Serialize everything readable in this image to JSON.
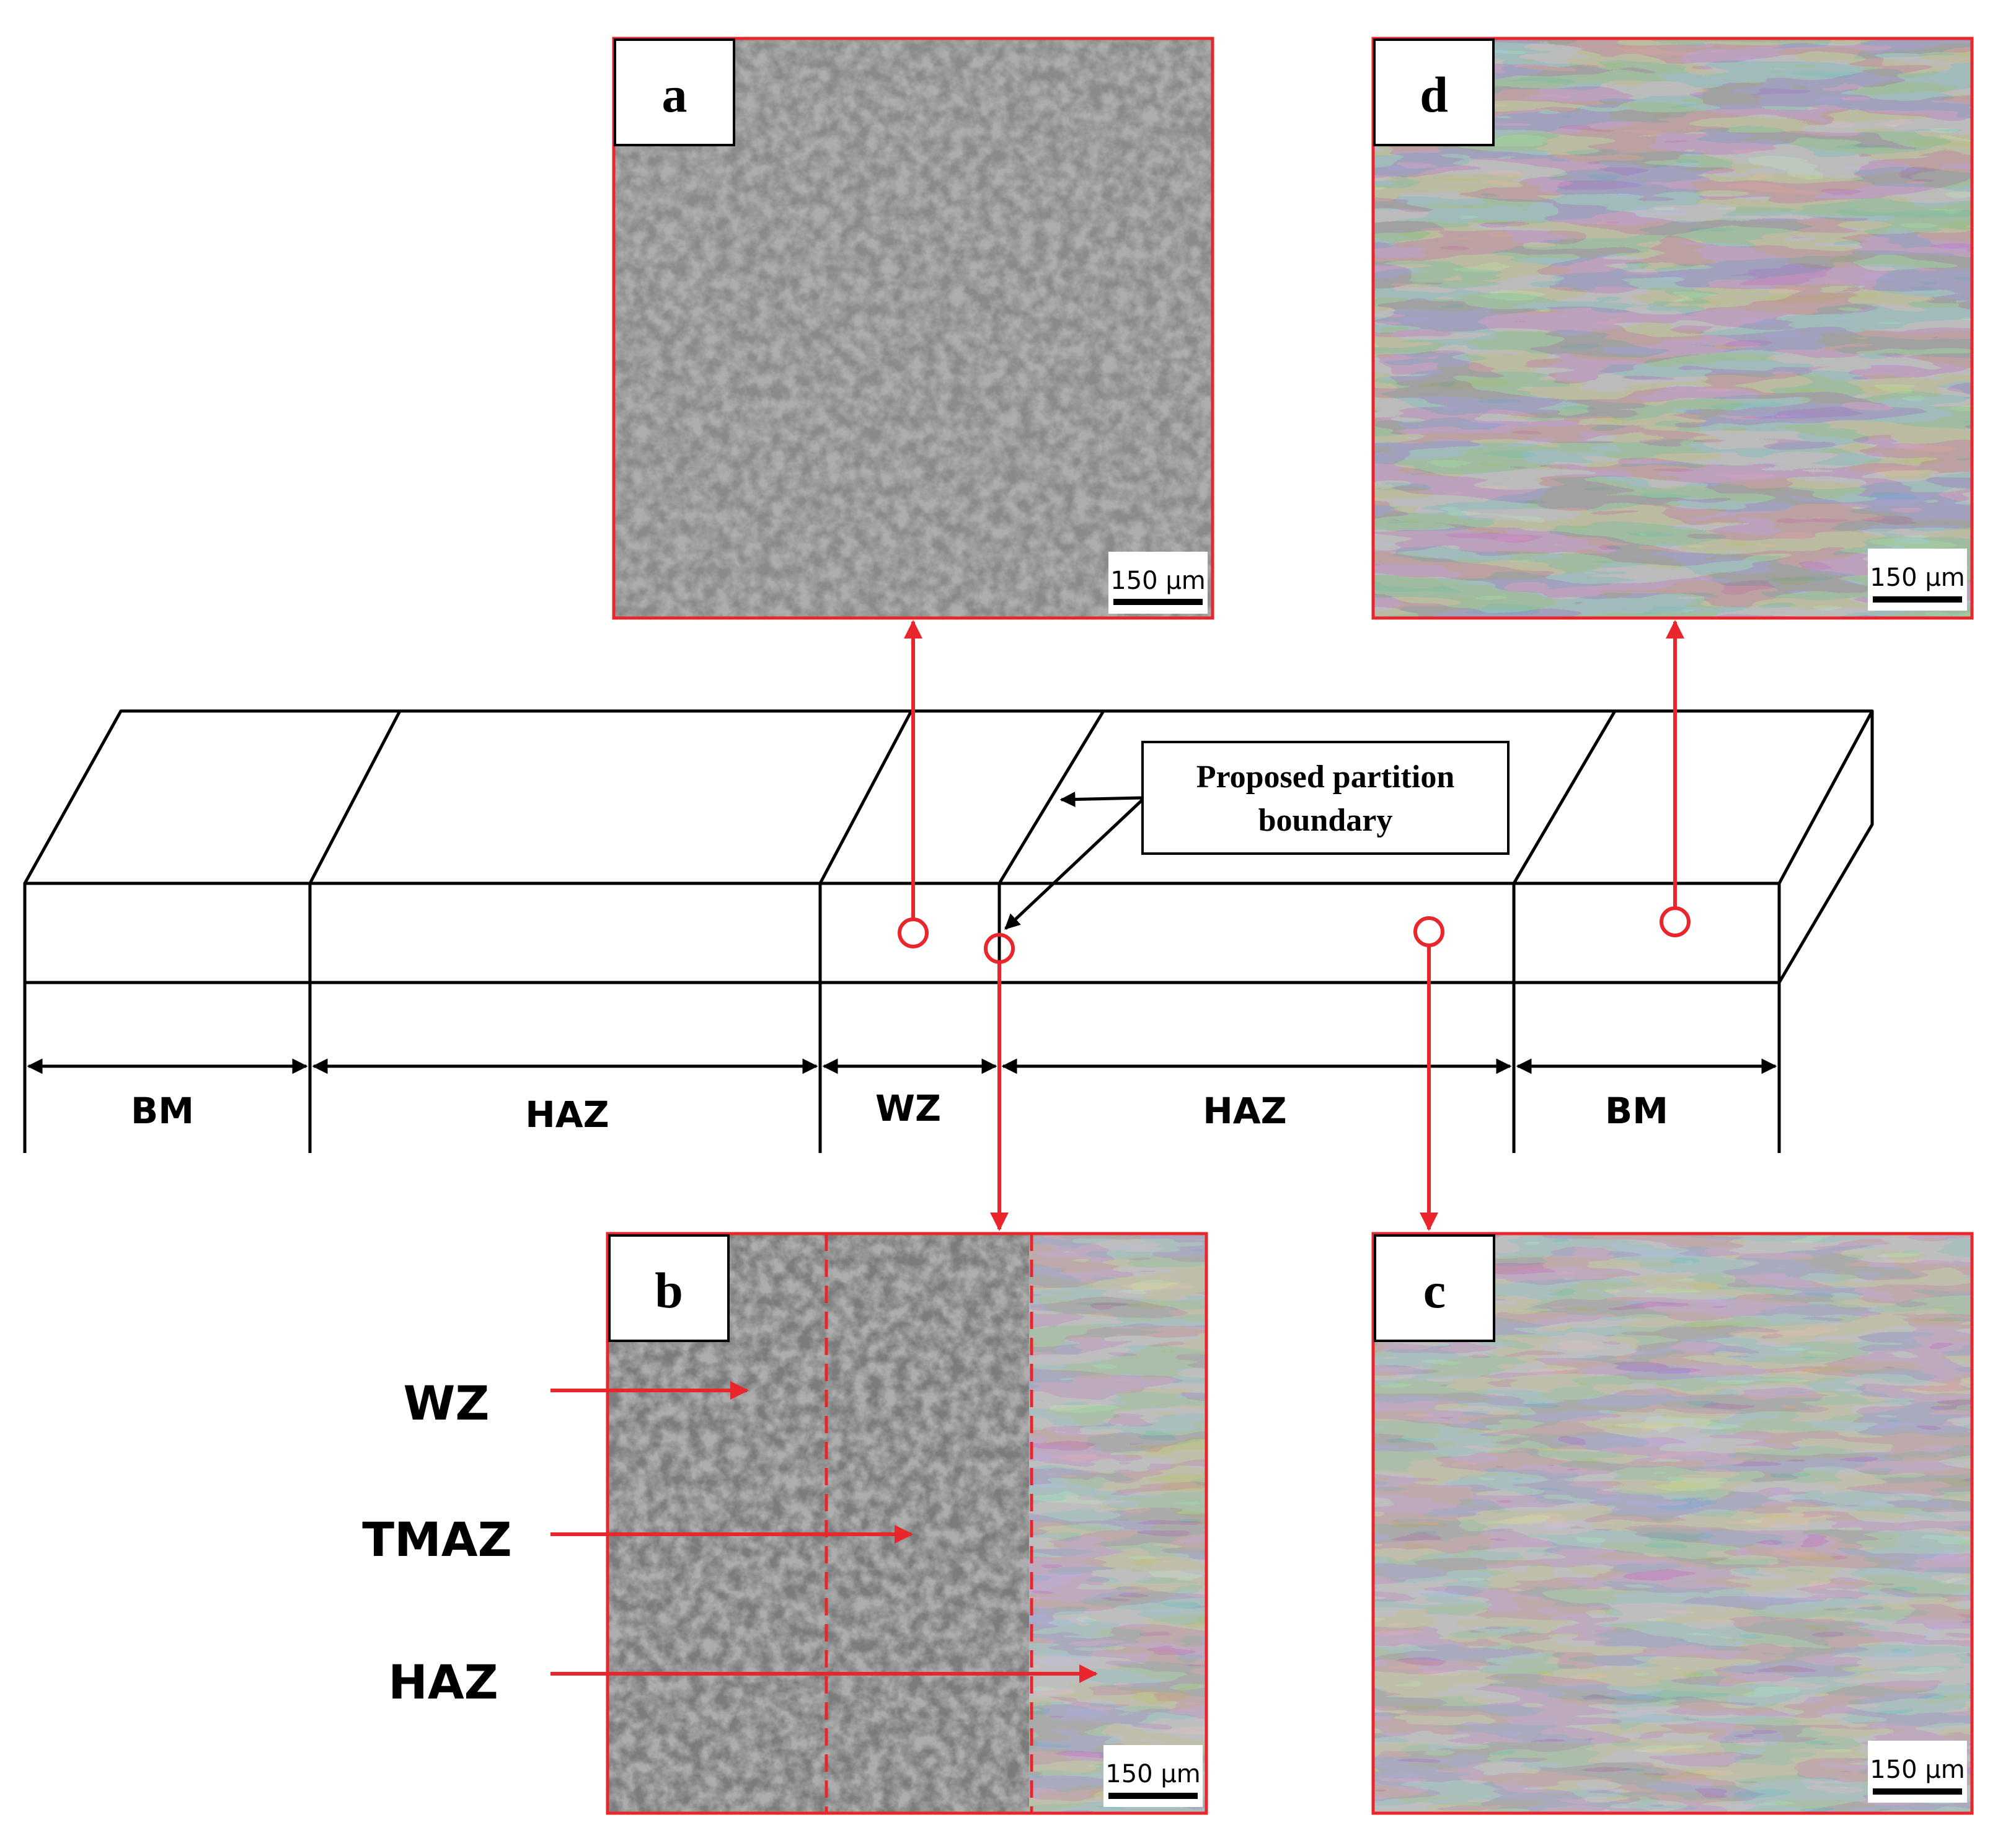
{
  "colors": {
    "accent": "#e8262b",
    "line": "#000000",
    "background": "#ffffff"
  },
  "panels": [
    {
      "id": "a",
      "label": "a",
      "scale_bar": "150 μm",
      "zone": "WZ"
    },
    {
      "id": "b",
      "label": "b",
      "scale_bar": "150 μm",
      "zone": "WZ-TMAZ-HAZ interface"
    },
    {
      "id": "c",
      "label": "c",
      "scale_bar": "150 μm",
      "zone": "HAZ"
    },
    {
      "id": "d",
      "label": "d",
      "scale_bar": "150 μm",
      "zone": "BM"
    }
  ],
  "zones": [
    {
      "label": "BM"
    },
    {
      "label": "HAZ"
    },
    {
      "label": "WZ"
    },
    {
      "label": "HAZ"
    },
    {
      "label": "BM"
    }
  ],
  "callout": {
    "line1": "Proposed partition",
    "line2": "boundary"
  },
  "interface_labels": [
    {
      "label": "WZ"
    },
    {
      "label": "TMAZ"
    },
    {
      "label": "HAZ"
    }
  ]
}
